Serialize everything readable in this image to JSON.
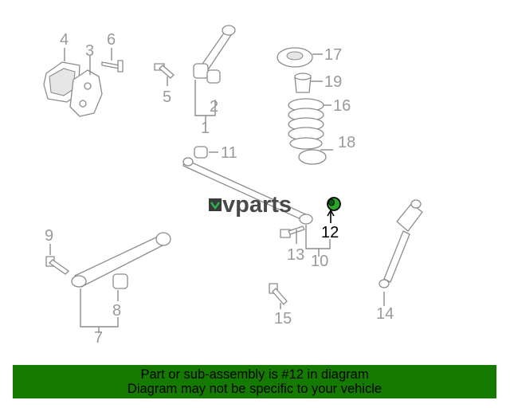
{
  "brand": {
    "logo_text": "vparts",
    "accent_color": "#2bb24c"
  },
  "highlight_color": "#22aa22",
  "footer": {
    "background_color": "#157a00",
    "line1": "Part or sub-assembly is #12 in diagram",
    "line2": "Diagram may not be specific to your vehicle"
  },
  "callouts": {
    "c1": "1",
    "c2": "2",
    "c3": "3",
    "c4": "4",
    "c5": "5",
    "c6": "6",
    "c7": "7",
    "c8": "8",
    "c9": "9",
    "c10": "10",
    "c11": "11",
    "c12": "12",
    "c13": "13",
    "c14": "14",
    "c15": "15",
    "c16": "16",
    "c17": "17",
    "c18": "18",
    "c19": "19"
  }
}
